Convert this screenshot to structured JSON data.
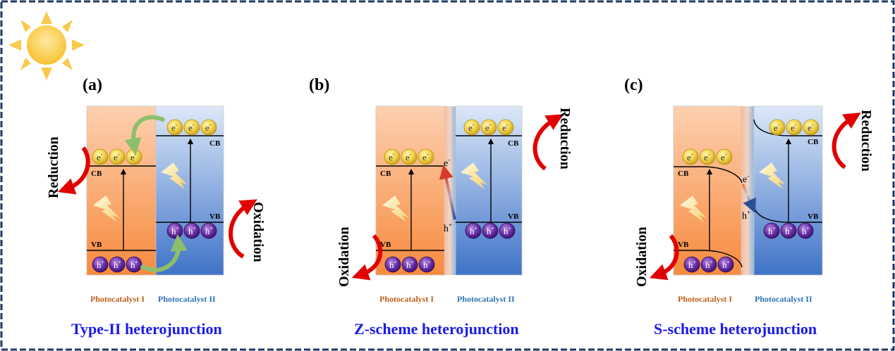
{
  "figure": {
    "border_color": "#1f3864",
    "panels": [
      {
        "id": "a",
        "letter": "(a)",
        "title": "Type-II heterojunction",
        "photocatalyst_1": "Photocatalyst I",
        "photocatalyst_2": "Photocatalyst II",
        "reduction": "Reduction",
        "oxidation": "Oxidation",
        "cb": "CB",
        "vb": "VB",
        "electron": "e",
        "hole": "h"
      },
      {
        "id": "b",
        "letter": "(b)",
        "title": "Z-scheme heterojunction",
        "photocatalyst_1": "Photocatalyst I",
        "photocatalyst_2": "Photocatalyst II",
        "reduction": "Reduction",
        "oxidation": "Oxidation",
        "cb": "CB",
        "vb": "VB",
        "electron": "e",
        "hole": "h",
        "interface_electron": "e",
        "interface_hole": "h"
      },
      {
        "id": "c",
        "letter": "(c)",
        "title": "S-scheme heterojunction",
        "photocatalyst_1": "Photocatalyst I",
        "photocatalyst_2": "Photocatalyst II",
        "reduction": "Reduction",
        "oxidation": "Oxidation",
        "cb": "CB",
        "vb": "VB",
        "electron": "e",
        "hole": "h",
        "interface_electron": "e",
        "interface_hole": "h"
      }
    ],
    "charges": {
      "minus": "-",
      "plus": "+"
    },
    "colors": {
      "photocatalyst_1_text": "#c0601c",
      "photocatalyst_2_text": "#2e74b5",
      "title_text": "#1a1aee",
      "redox_arrow": "#e00000",
      "transfer_arrow": "#8cbf6a"
    }
  }
}
